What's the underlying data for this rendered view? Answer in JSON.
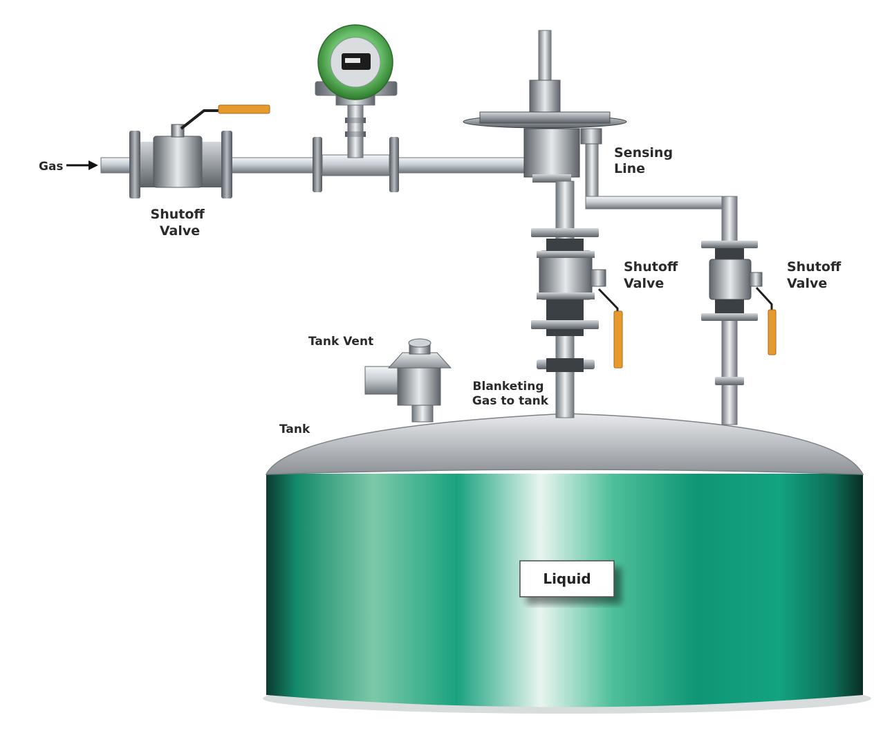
{
  "labels": {
    "gas": "Gas",
    "shutoff_valve_1": [
      "Shutoff",
      "Valve"
    ],
    "sensing_line": [
      "Sensing",
      "Line"
    ],
    "shutoff_valve_2": [
      "Shutoff",
      "Valve"
    ],
    "shutoff_valve_3": [
      "Shutoff",
      "Valve"
    ],
    "tank_vent": "Tank Vent",
    "blanketing_gas": [
      "Blanketing",
      "Gas to tank"
    ],
    "tank": "Tank",
    "liquid": "Liquid"
  },
  "colors": {
    "pipe": "#c9ced4",
    "flange": "#8c9298",
    "handle": "#e69a2e",
    "tank_liquid": "#14a37f",
    "tank_roof": "#a8acb0",
    "transmitter_ring": "#3f9a3f"
  },
  "icons": {
    "gas_arrow": "arrow-right-icon",
    "transmitter": "pressure-transmitter-icon"
  }
}
